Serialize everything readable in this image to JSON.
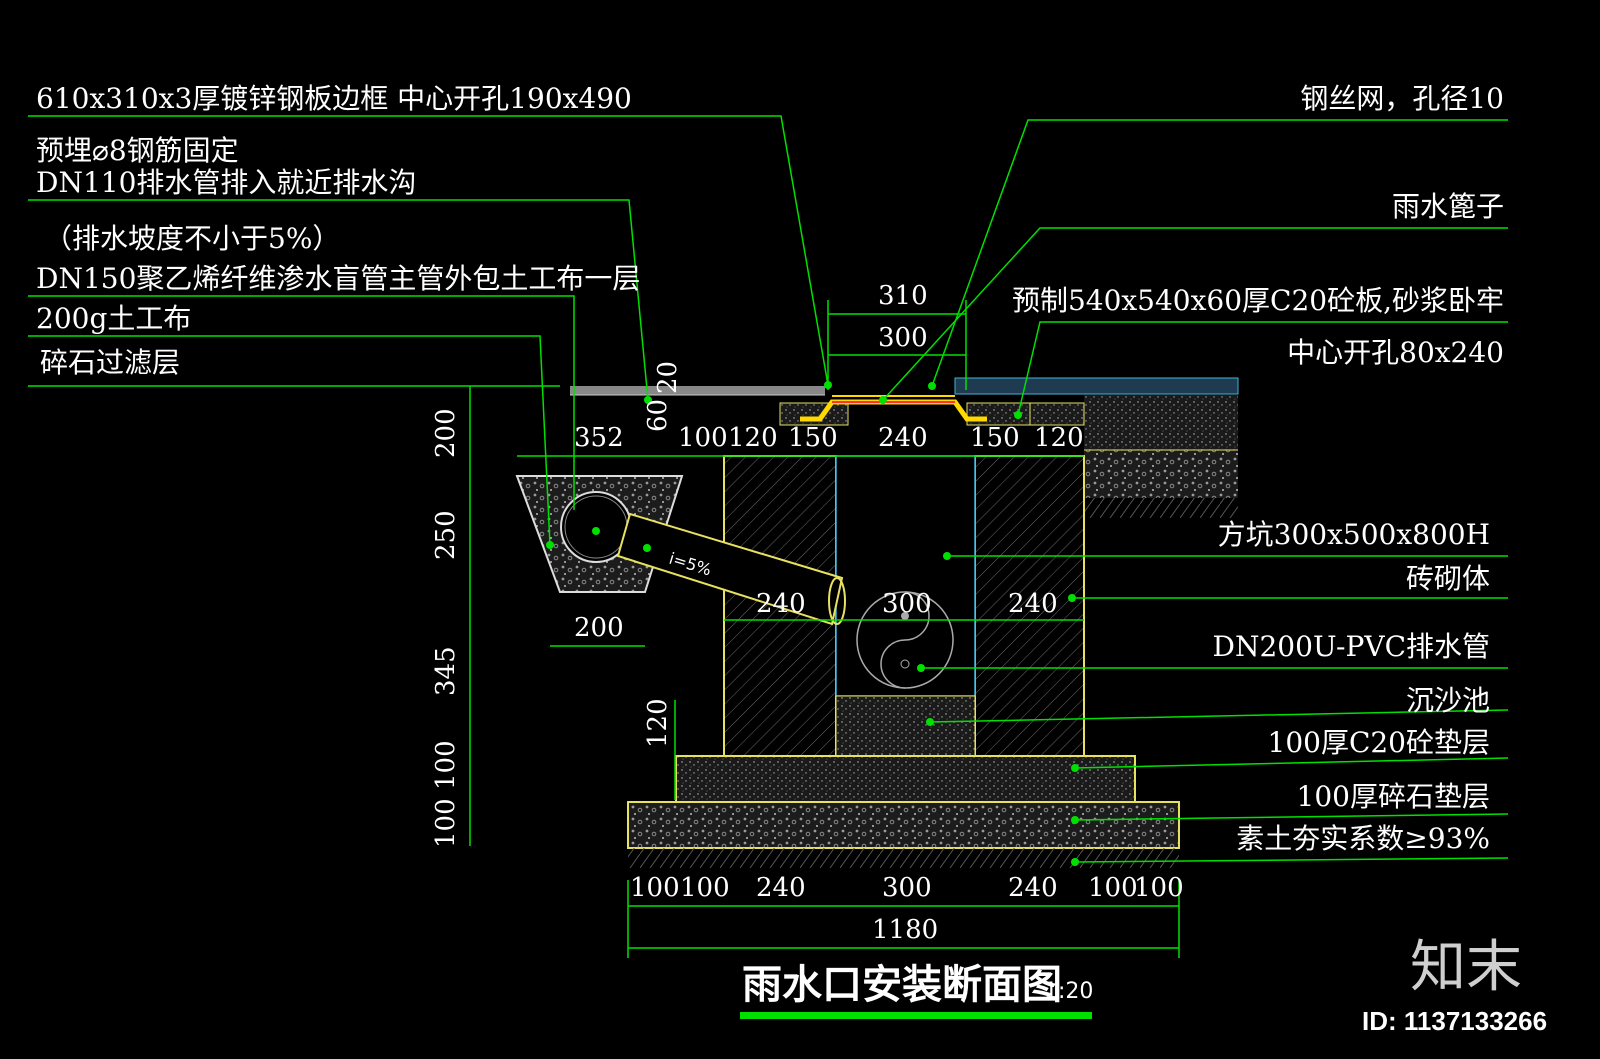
{
  "left_notes": [
    "610x310x3厚镀锌钢板边框 中心开孔190x490",
    "预埋⌀8钢筋固定",
    "DN110排水管排入就近排水沟",
    "（排水坡度不小于5%）",
    "DN150聚乙烯纤维渗水盲管主管外包土工布一层",
    "200g土工布",
    "碎石过滤层"
  ],
  "right_notes": [
    "钢丝网，孔径10",
    "雨水篦子",
    "预制540x540x60厚C20砼板,砂浆卧牢",
    "中心开孔80x240",
    "方坑300x500x800H",
    "砖砌体",
    "DN200U-PVC排水管",
    "沉沙池",
    "100厚C20砼垫层",
    "100厚碎石垫层",
    "素土夯实系数≥93%"
  ],
  "dims": {
    "top": [
      "310",
      "300"
    ],
    "vert_small": [
      "20",
      "60"
    ],
    "row": [
      "352",
      "100",
      "120",
      "150",
      "240",
      "150",
      "120"
    ],
    "left_vert": [
      "200",
      "250",
      "345",
      "120",
      "100",
      "100"
    ],
    "trench_width": "200",
    "slope": "i=5%",
    "mid": [
      "240",
      "300",
      "240"
    ],
    "bottom": [
      "100",
      "100",
      "240",
      "300",
      "240",
      "100",
      "100"
    ],
    "total": "1180"
  },
  "title": {
    "text": "雨水口安装断面图",
    "scale": "1:20"
  },
  "watermark": {
    "logo": "知末",
    "id": "ID: 1137133266"
  },
  "colors": {
    "leader": "#00e000",
    "outline": "#e8e060",
    "grate": "#ffd800",
    "text": "#ffffff"
  }
}
